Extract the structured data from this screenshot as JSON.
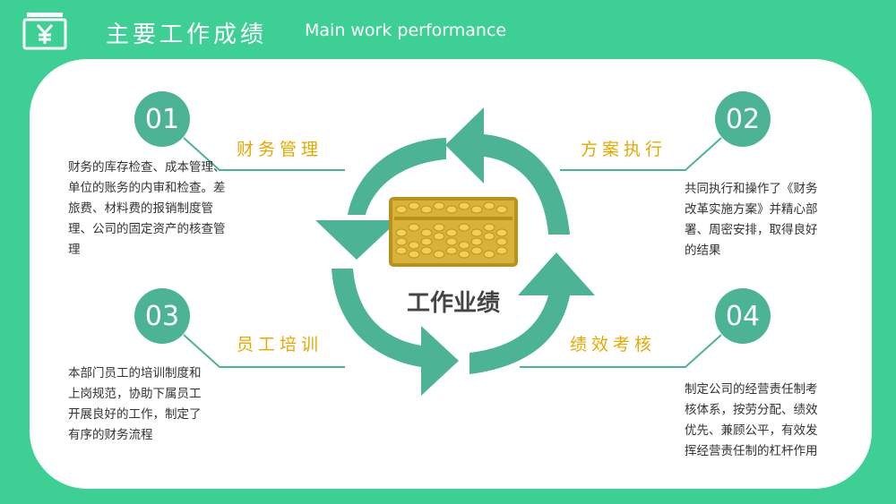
{
  "header": {
    "icon": "yen-wallet-icon",
    "title": "主要工作成绩",
    "subtitle": "Main work performance"
  },
  "center": {
    "label": "工作业绩",
    "image": "abacus-image"
  },
  "sections": [
    {
      "number": "01",
      "title": "财务管理",
      "description": "财务的库存检查、成本管理、单位的账务的内审和检查。差旅费、材料费的报销制度管理、公司的固定资产的核查管理"
    },
    {
      "number": "02",
      "title": "方案执行",
      "description": "共同执行和操作了《财务改革实施方案》并精心部署、周密安排，取得良好的结果"
    },
    {
      "number": "03",
      "title": "员工培训",
      "description": "本部门员工的培训制度和上岗规范，协助下属员工开展良好的工作，制定了有序的财务流程"
    },
    {
      "number": "04",
      "title": "绩效考核",
      "description": "制定公司的经营责任制考核体系，按劳分配、绩效优先、兼顾公平，有效发挥经营责任制的杠杆作用"
    }
  ],
  "colors": {
    "background": "#3ecf95",
    "accent": "#4db395",
    "title": "#e8a800",
    "text": "#333333"
  }
}
